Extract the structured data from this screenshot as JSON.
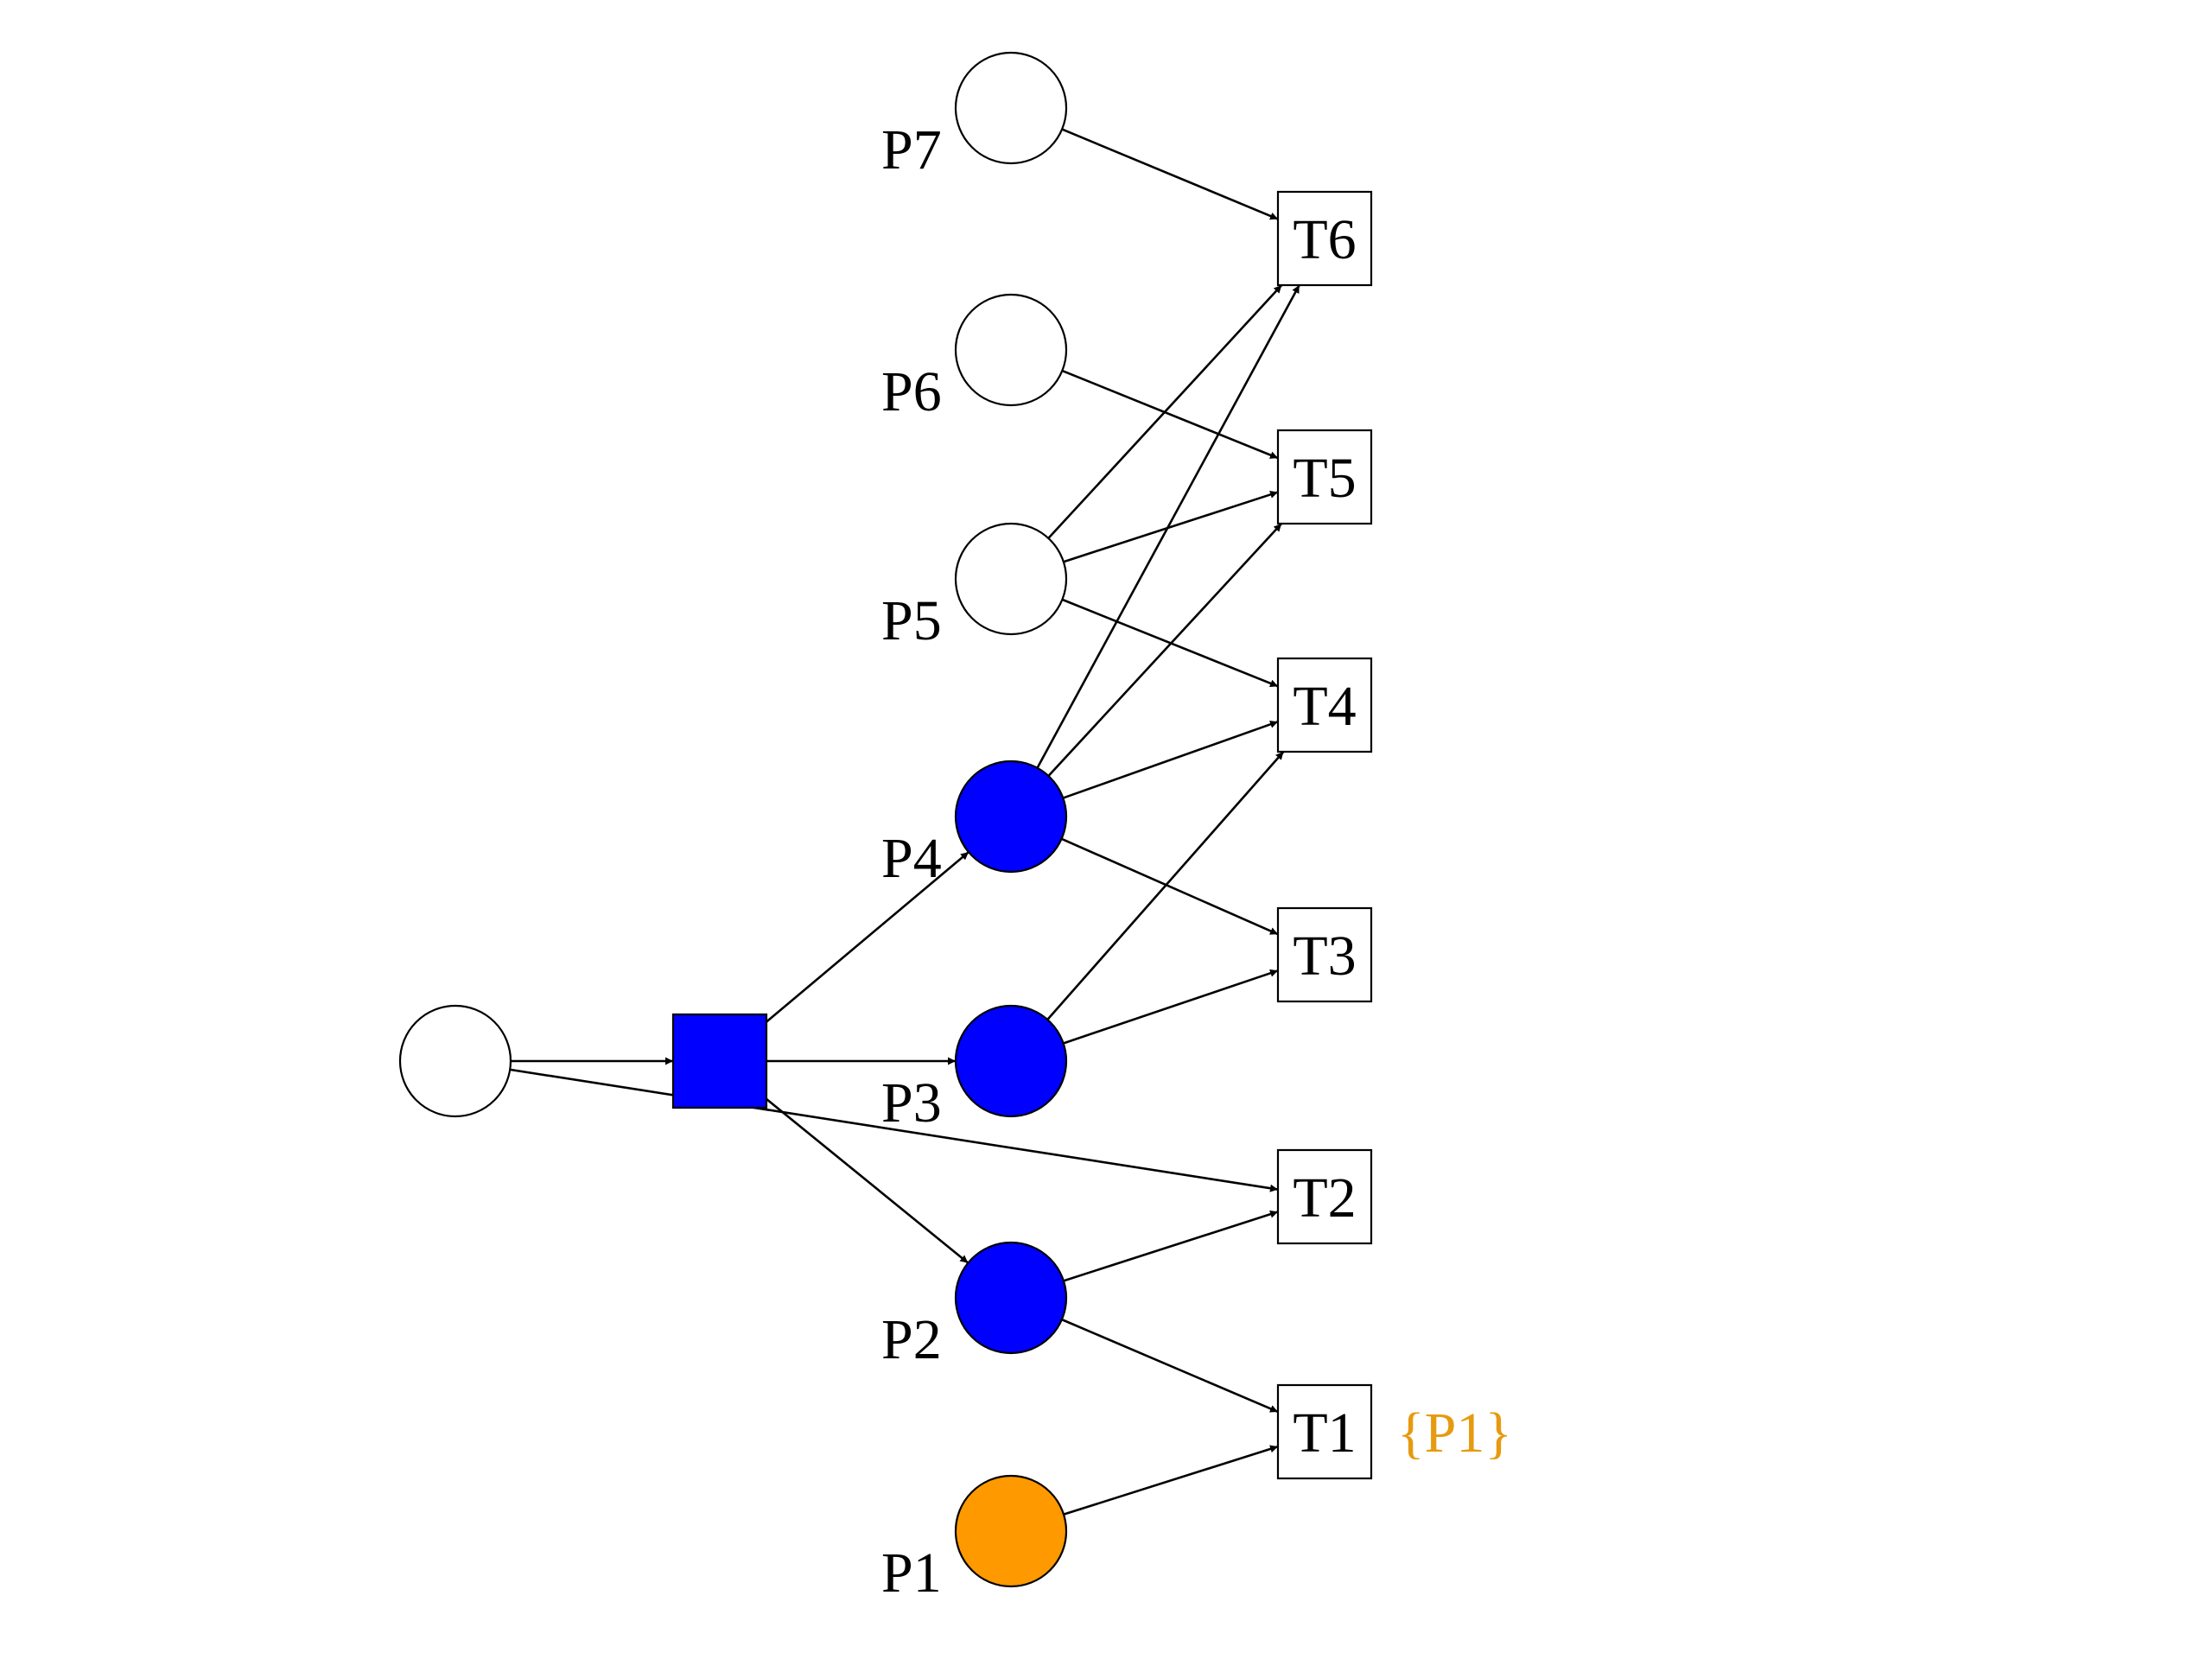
{
  "colors": {
    "marked": "#0000ff",
    "highlight": "#ff9900",
    "empty": "#ffffff",
    "annotation": "#e69a10",
    "stroke": "#000000"
  },
  "places": [
    {
      "id": "P7",
      "label": "P7",
      "state": "empty"
    },
    {
      "id": "P6",
      "label": "P6",
      "state": "empty"
    },
    {
      "id": "P5",
      "label": "P5",
      "state": "empty"
    },
    {
      "id": "P4",
      "label": "P4",
      "state": "marked"
    },
    {
      "id": "P3",
      "label": "P3",
      "state": "marked"
    },
    {
      "id": "P2",
      "label": "P2",
      "state": "marked"
    },
    {
      "id": "P1",
      "label": "P1",
      "state": "highlight"
    },
    {
      "id": "P0",
      "label": "",
      "state": "empty"
    }
  ],
  "transitions": [
    {
      "id": "T6",
      "label": "T6",
      "state": "empty"
    },
    {
      "id": "T5",
      "label": "T5",
      "state": "empty"
    },
    {
      "id": "T4",
      "label": "T4",
      "state": "empty"
    },
    {
      "id": "T3",
      "label": "T3",
      "state": "empty"
    },
    {
      "id": "T2",
      "label": "T2",
      "state": "empty"
    },
    {
      "id": "T1",
      "label": "T1",
      "state": "empty"
    },
    {
      "id": "T0",
      "label": "",
      "state": "marked"
    }
  ],
  "edges": [
    {
      "from": "P0",
      "to": "T0"
    },
    {
      "from": "P0",
      "to": "T2"
    },
    {
      "from": "T0",
      "to": "P4"
    },
    {
      "from": "T0",
      "to": "P3"
    },
    {
      "from": "T0",
      "to": "P2"
    },
    {
      "from": "P7",
      "to": "T6"
    },
    {
      "from": "P6",
      "to": "T5"
    },
    {
      "from": "P5",
      "to": "T6"
    },
    {
      "from": "P5",
      "to": "T5"
    },
    {
      "from": "P5",
      "to": "T4"
    },
    {
      "from": "P4",
      "to": "T6"
    },
    {
      "from": "P4",
      "to": "T5"
    },
    {
      "from": "P4",
      "to": "T4"
    },
    {
      "from": "P4",
      "to": "T3"
    },
    {
      "from": "P3",
      "to": "T4"
    },
    {
      "from": "P3",
      "to": "T3"
    },
    {
      "from": "P2",
      "to": "T2"
    },
    {
      "from": "P2",
      "to": "T1"
    },
    {
      "from": "P1",
      "to": "T1"
    }
  ],
  "annotation": {
    "target": "T1",
    "text": "{P1}"
  }
}
